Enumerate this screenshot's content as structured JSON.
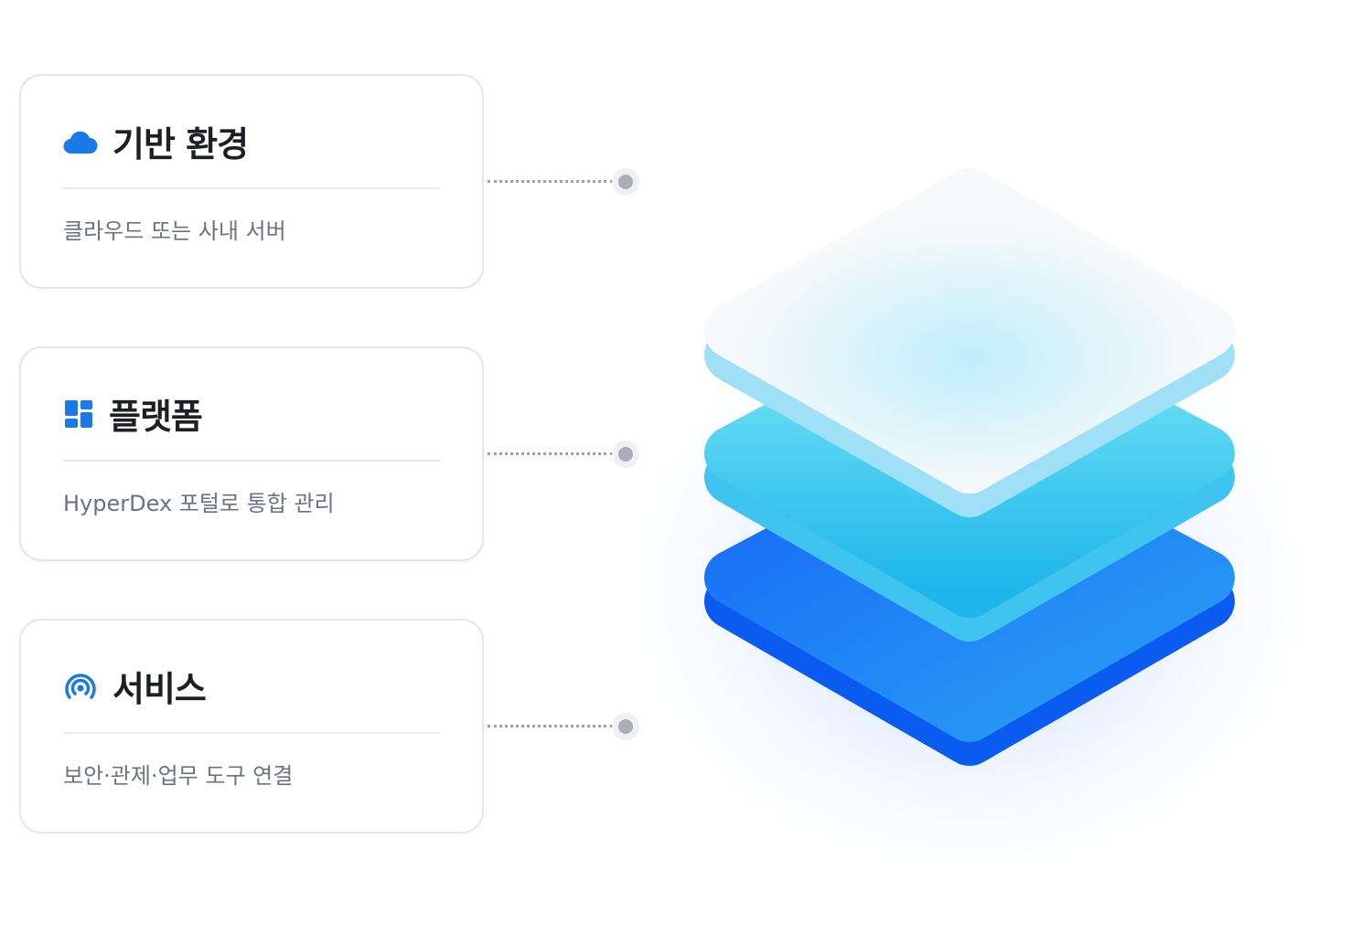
{
  "cards": [
    {
      "title": "기반 환경",
      "description": "클라우드 또는 사내 서버",
      "icon": "cloud-icon"
    },
    {
      "title": "플랫폼",
      "description": "HyperDex 포털로 통합 관리",
      "icon": "dashboard-grid-icon"
    },
    {
      "title": "서비스",
      "description": "보안·관제·업무 도구 연결",
      "icon": "broadcast-icon"
    }
  ],
  "colors": {
    "accent": "#1a7ae6",
    "title": "#1d1f24",
    "desc": "#6b7280"
  }
}
